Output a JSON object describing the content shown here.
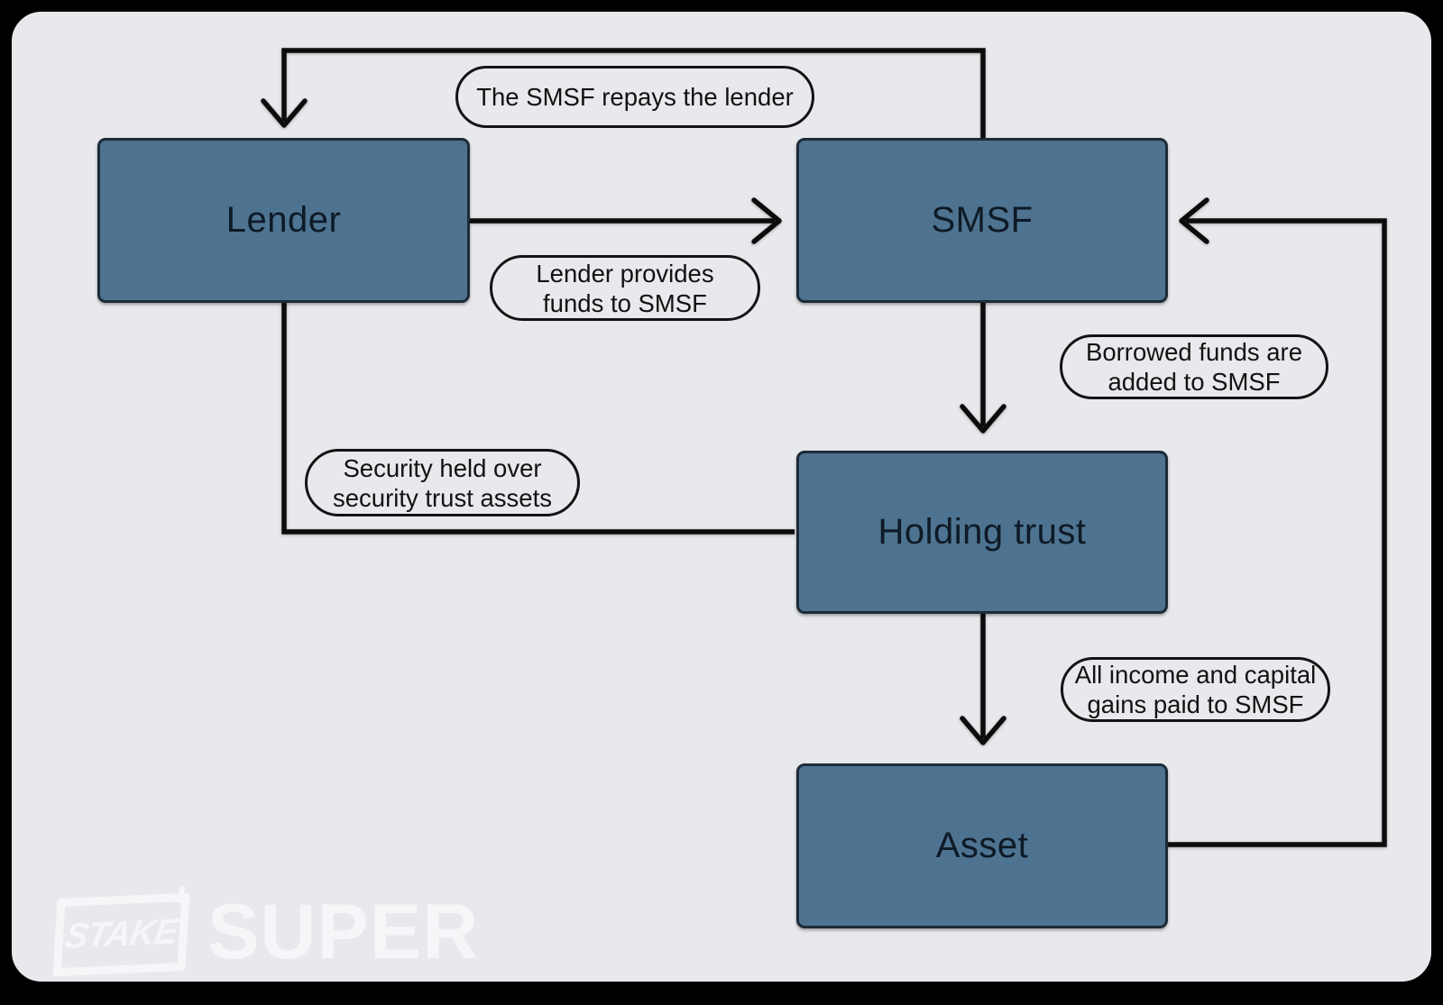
{
  "diagram": {
    "nodes": [
      {
        "id": "lender",
        "label": "Lender"
      },
      {
        "id": "smsf",
        "label": "SMSF"
      },
      {
        "id": "holding-trust",
        "label": "Holding trust"
      },
      {
        "id": "asset",
        "label": "Asset"
      }
    ],
    "annotations": [
      {
        "id": "repays",
        "lines": [
          "The SMSF repays the lender"
        ]
      },
      {
        "id": "provides",
        "lines": [
          "Lender provides",
          "funds to SMSF"
        ]
      },
      {
        "id": "borrowed",
        "lines": [
          "Borrowed funds are",
          "added to SMSF"
        ]
      },
      {
        "id": "security",
        "lines": [
          "Security held over",
          "security trust assets"
        ]
      },
      {
        "id": "income",
        "lines": [
          "All income and capital",
          "gains paid to SMSF"
        ]
      }
    ],
    "edges": [
      {
        "from": "smsf",
        "to": "lender",
        "label": "The SMSF repays the lender"
      },
      {
        "from": "lender",
        "to": "smsf",
        "label": "Lender provides funds to SMSF"
      },
      {
        "from": "smsf",
        "to": "holding-trust",
        "label": "Borrowed funds are added to SMSF"
      },
      {
        "from": "lender",
        "to": "holding-trust",
        "label": "Security held over security trust assets"
      },
      {
        "from": "holding-trust",
        "to": "asset",
        "label": ""
      },
      {
        "from": "asset",
        "to": "smsf",
        "label": "All income and capital gains paid to SMSF"
      }
    ]
  },
  "branding": {
    "logo_badge": "STAKE",
    "logo_word": "SUPER"
  },
  "colors": {
    "background": "#e8e9ec",
    "frame": "#000000",
    "node_fill": "#4d7390",
    "node_border": "#1d2b38",
    "node_text": "#0e1a26",
    "line": "#0c0c0c",
    "annotation_border": "#141414",
    "annotation_text": "#121212",
    "logo": "#f5f6f8"
  }
}
